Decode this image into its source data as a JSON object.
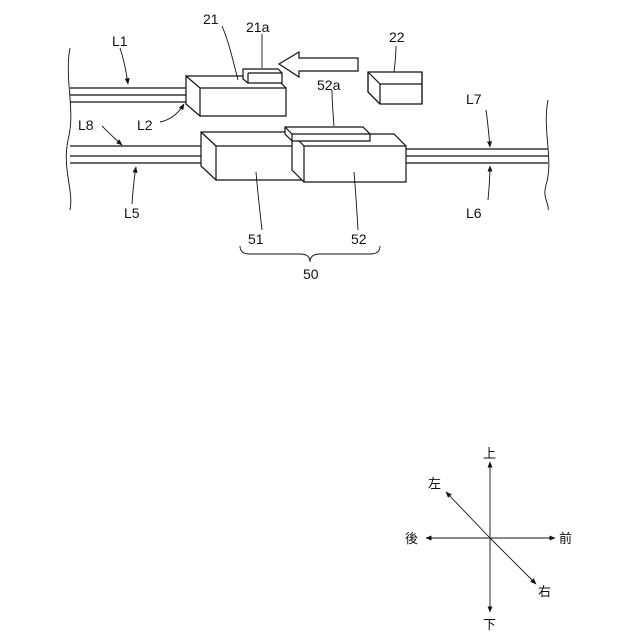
{
  "labels": {
    "block_21": "21",
    "block_21a": "21a",
    "block_22": "22",
    "block_52a": "52a",
    "line_l1": "L1",
    "line_l2": "L2",
    "line_l5": "L5",
    "line_l6": "L6",
    "line_l7": "L7",
    "line_l8": "L8",
    "block_51": "51",
    "block_52": "52",
    "group_50": "50"
  },
  "directions": {
    "up": "上",
    "down": "下",
    "front": "前",
    "back": "後",
    "left": "左",
    "right": "右"
  }
}
